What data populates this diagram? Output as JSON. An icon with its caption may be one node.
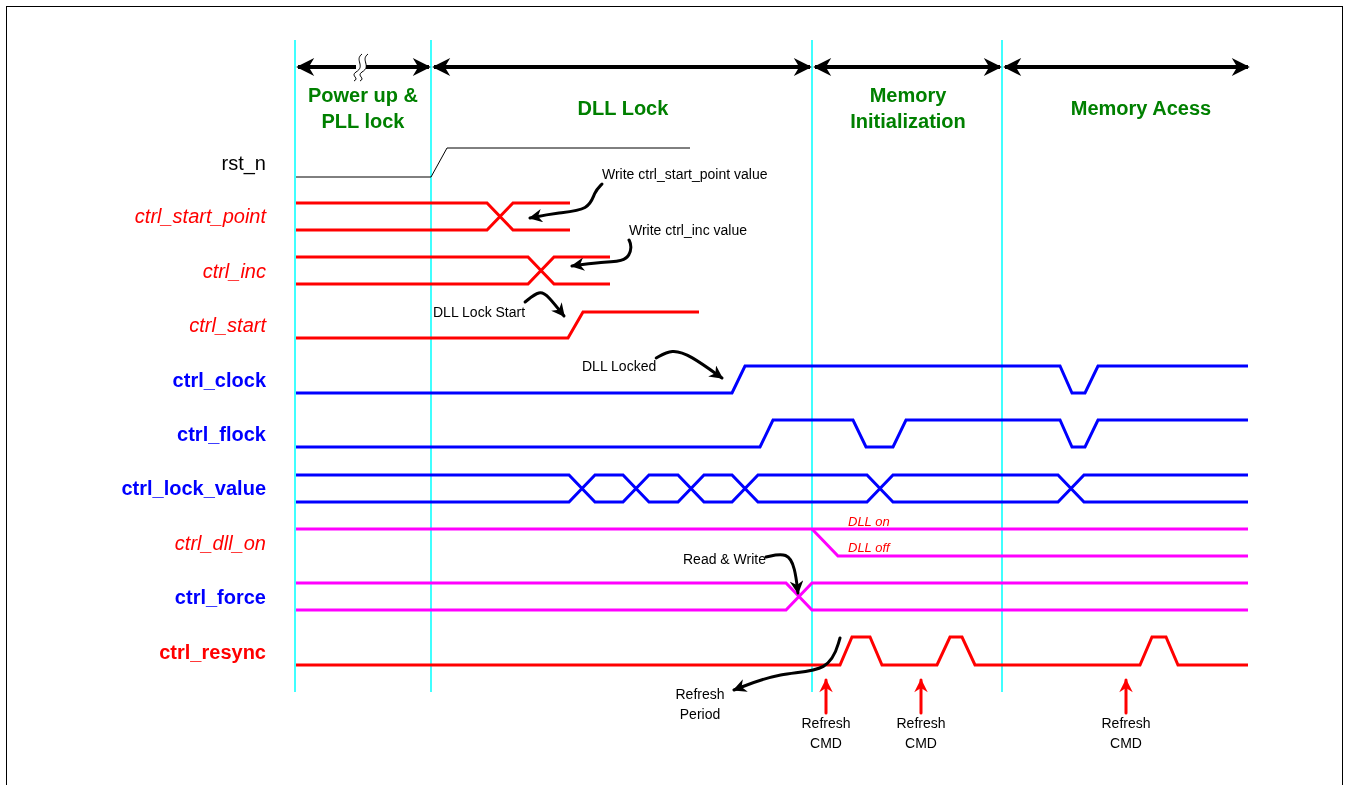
{
  "diagram": {
    "nodes": [
      {
        "text": [
          "Write ctrl_start_point value"
        ]
      },
      {
        "text": [
          "Write ctrl_inc value"
        ]
      },
      {
        "text": [
          "DLL Lock Start"
        ]
      },
      {
        "text": [
          "DLL Locked"
        ]
      },
      {
        "text": [
          "Read & Write"
        ]
      },
      {
        "text": [
          "Refresh Period"
        ]
      },
      {
        "text": [
          "Refresh CMD"
        ]
      },
      {
        "text": [
          "Refresh CMD"
        ]
      },
      {
        "text": [
          "Refresh CMD"
        ]
      }
    ],
    "edges": [
      {
        "from": 0,
        "to": null,
        "arrow": "to"
      },
      {
        "from": 1,
        "to": null,
        "arrow": "to"
      },
      {
        "from": 2,
        "to": null,
        "arrow": "to"
      },
      {
        "from": 3,
        "to": null,
        "arrow": "to"
      },
      {
        "from": 4,
        "to": null,
        "arrow": "to"
      },
      {
        "from": null,
        "to": 5,
        "arrow": "to"
      },
      {
        "from": 6,
        "to": null,
        "arrow": "to",
        "color": "#ff0000"
      },
      {
        "from": 7,
        "to": null,
        "arrow": "to",
        "color": "#ff0000"
      },
      {
        "from": 8,
        "to": null,
        "arrow": "to",
        "color": "#ff0000"
      }
    ],
    "labels": [
      "Power up & PLL lock",
      "DLL Lock",
      "Memory Initialization",
      "Memory Acess",
      "rst_n",
      "ctrl_start_point",
      "ctrl_inc",
      "ctrl_start",
      "ctrl_clock",
      "ctrl_flock",
      "ctrl_lock_value",
      "DLL on",
      "ctrl_dll_on",
      "DLL off",
      "ctrl_force",
      "ctrl_resync"
    ]
  }
}
